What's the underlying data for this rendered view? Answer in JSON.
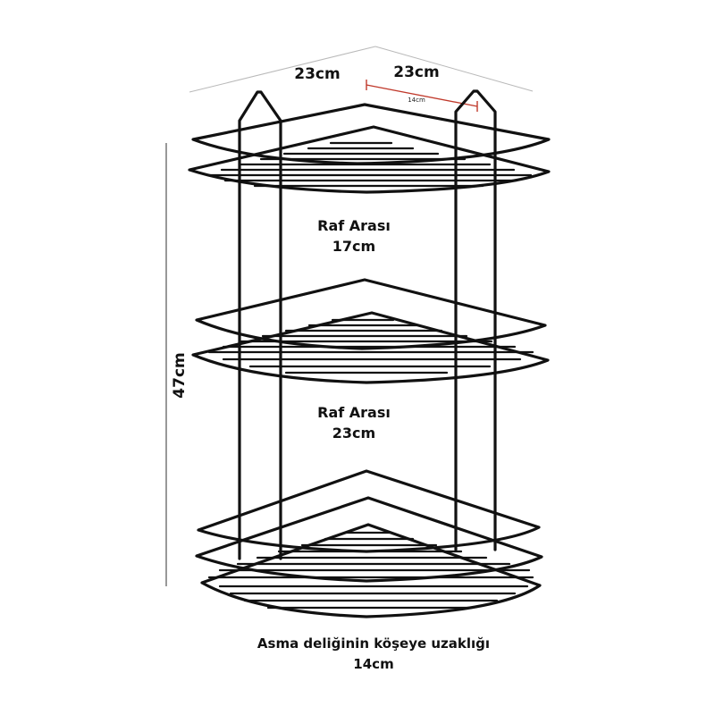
{
  "dimensions": {
    "width_left": "23cm",
    "width_right": "23cm",
    "hook_spacing": "14cm",
    "height": "47cm"
  },
  "gaps": {
    "upper_title": "Raf Arası",
    "upper_value": "17cm",
    "lower_title": "Raf Arası",
    "lower_value": "23cm"
  },
  "footer": {
    "line1": "Asma deliğinin köşeye uzaklığı",
    "line2": "14cm"
  },
  "colors": {
    "wire": "#111111",
    "dimension_line": "#b9b9b9",
    "hook_dimension": "#c0392b"
  }
}
